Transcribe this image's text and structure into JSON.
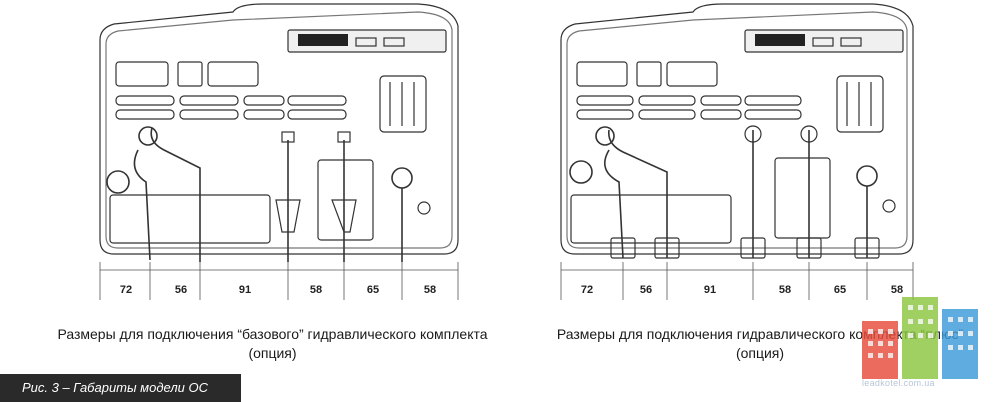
{
  "left_panel": {
    "dimensions": [
      "72",
      "56",
      "91",
      "58",
      "65",
      "58"
    ],
    "caption_line1": "Размеры для подключения “базового” гидравлического комплекта",
    "caption_line2": "(опция)"
  },
  "right_panel": {
    "dimensions": [
      "72",
      "56",
      "91",
      "58",
      "65",
      "58"
    ],
    "caption_line1": "Размеры для подключения гидравлического комплекта “плюс”",
    "caption_line2": "(опция)"
  },
  "figure_label": "Рис. 3 – Габариты модели ОС",
  "watermark": {
    "colors": [
      "#e84b3c",
      "#8cc63f",
      "#3a9ad9"
    ],
    "text": "leadkotel.com.ua"
  }
}
